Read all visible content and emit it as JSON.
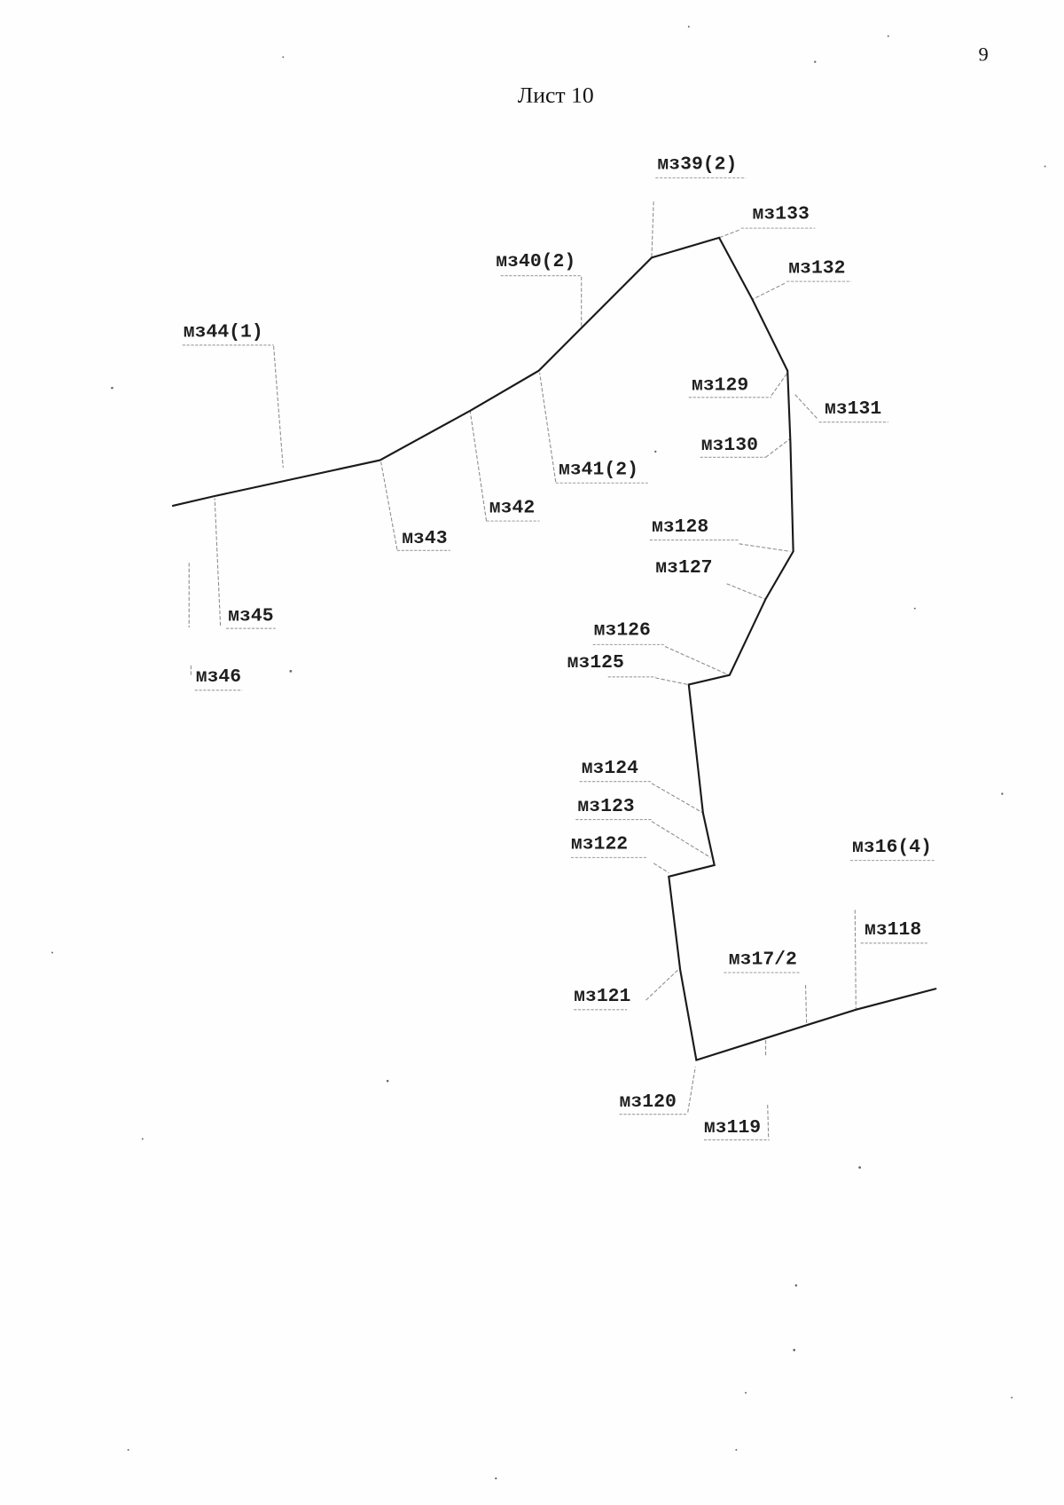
{
  "page_number": "9",
  "sheet_title": "Лист 10",
  "colors": {
    "boundary_line": "#1a1a1a",
    "leader_line": "#8c8c8c",
    "label_text": "#1e1e1e"
  },
  "points": [
    {
      "label": "мз39(2)"
    },
    {
      "label": "мз133"
    },
    {
      "label": "мз40(2)"
    },
    {
      "label": "мз132"
    },
    {
      "label": "мз44(1)"
    },
    {
      "label": "мз129"
    },
    {
      "label": "мз131"
    },
    {
      "label": "мз130"
    },
    {
      "label": "мз41(2)"
    },
    {
      "label": "мз42"
    },
    {
      "label": "мз43"
    },
    {
      "label": "мз128"
    },
    {
      "label": "мз127"
    },
    {
      "label": "мз45"
    },
    {
      "label": "мз126"
    },
    {
      "label": "мз125"
    },
    {
      "label": "мз46"
    },
    {
      "label": "мз124"
    },
    {
      "label": "мз123"
    },
    {
      "label": "мз122"
    },
    {
      "label": "мз16(4)"
    },
    {
      "label": "мз118"
    },
    {
      "label": "мз17/2"
    },
    {
      "label": "мз121"
    },
    {
      "label": "мз120"
    },
    {
      "label": "мз119"
    }
  ]
}
